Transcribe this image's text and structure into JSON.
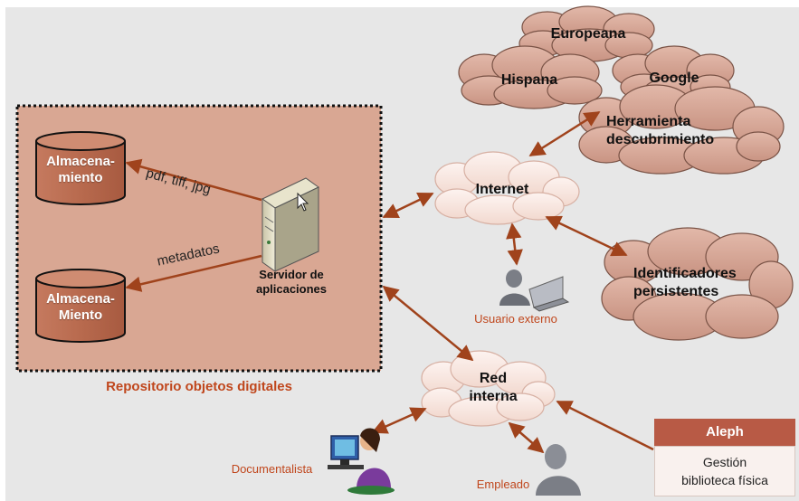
{
  "repository": {
    "title": "Repositorio objetos digitales",
    "storage_1": [
      "Almacena-",
      "miento"
    ],
    "storage_2": [
      "Almacena-",
      "Miento"
    ],
    "server": [
      "Servidor de",
      "aplicaciones"
    ],
    "edge_files": "pdf, tiff, jpg",
    "edge_metadata": "metadatos"
  },
  "clouds": {
    "europeana": "Europeana",
    "hispana": "Hispana",
    "google": "Google",
    "discovery": [
      "Herramienta",
      "descubrimiento"
    ],
    "internet": "Internet",
    "identifiers": [
      "Identificadores",
      "persistentes"
    ],
    "intranet": [
      "Red",
      "interna"
    ]
  },
  "people": {
    "external_user": "Usuario externo",
    "documentalist": "Documentalista",
    "employee": "Empleado"
  },
  "aleph": {
    "title": "Aleph",
    "description": [
      "Gestión",
      "biblioteca física"
    ]
  },
  "colors": {
    "repo_fill": "#d9a793",
    "cloud_fill": "#d4a696",
    "arrow": "#a0431c",
    "accent_text": "#c0471d",
    "aleph_header": "#b85a45"
  }
}
